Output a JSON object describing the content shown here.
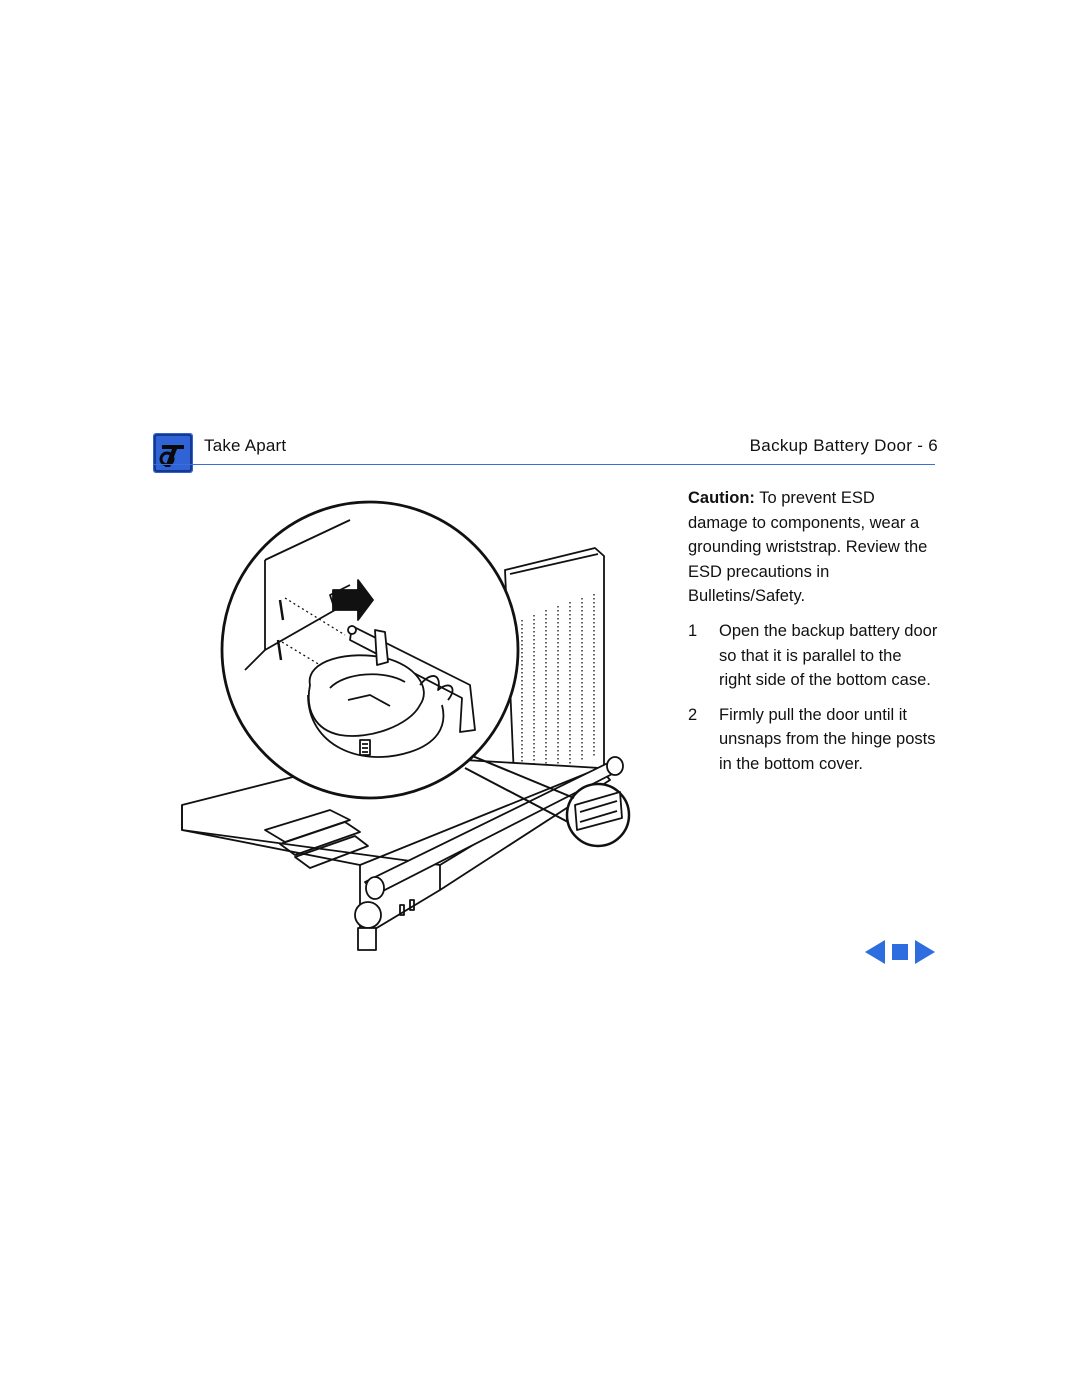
{
  "header": {
    "icon": "toolbox-icon",
    "section": "Take Apart",
    "page_title": "Backup Battery Door - 6",
    "accent_color": "#3a6fd8"
  },
  "figure": {
    "description_icon": "backup-battery-door-illustration"
  },
  "caution": {
    "label": "Caution:",
    "text": "To prevent ESD damage to components, wear a grounding wriststrap. Review the ESD precautions in Bulletins/Safety."
  },
  "steps": [
    {
      "number": "1",
      "text": "Open the backup battery door so that it is parallel to the right side of the bottom case."
    },
    {
      "number": "2",
      "text": "Firmly pull the door until it unsnaps from the hinge posts in the bottom cover."
    }
  ],
  "nav": {
    "color": "#2e6de0",
    "icons": [
      "previous-page-icon",
      "home-icon",
      "next-page-icon"
    ]
  }
}
